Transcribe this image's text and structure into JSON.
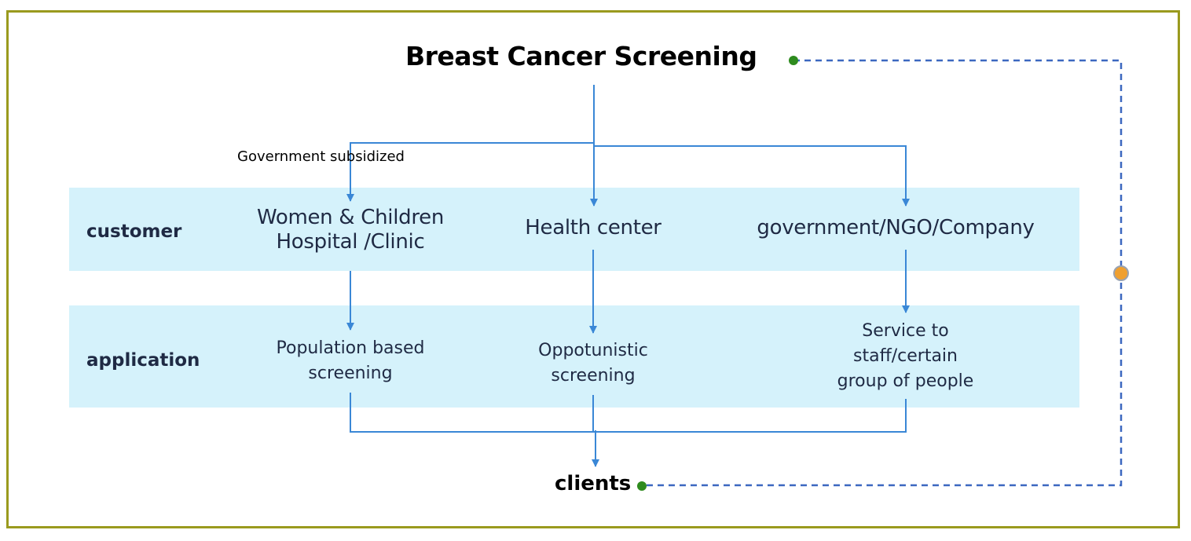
{
  "title": "Breast Cancer Screening",
  "edge_label": "Government subsidized",
  "rows": {
    "customer": {
      "label": "customer",
      "items": [
        "Women & Children\nHospital /Clinic",
        "Health center",
        "government/NGO/Company"
      ]
    },
    "application": {
      "label": "application",
      "items": [
        "Population based\nscreening",
        "Oppotunistic\nscreening",
        "Service to\nstaff/certain\ngroup of people"
      ]
    }
  },
  "sink": "clients",
  "colors": {
    "frame": "#9a9a1e",
    "band": "#d5f2fb",
    "arrow": "#3a87d6",
    "dashed_loop": "#3c68c0",
    "node_green": "#2e8b1e",
    "node_orange": "#f0a030"
  }
}
